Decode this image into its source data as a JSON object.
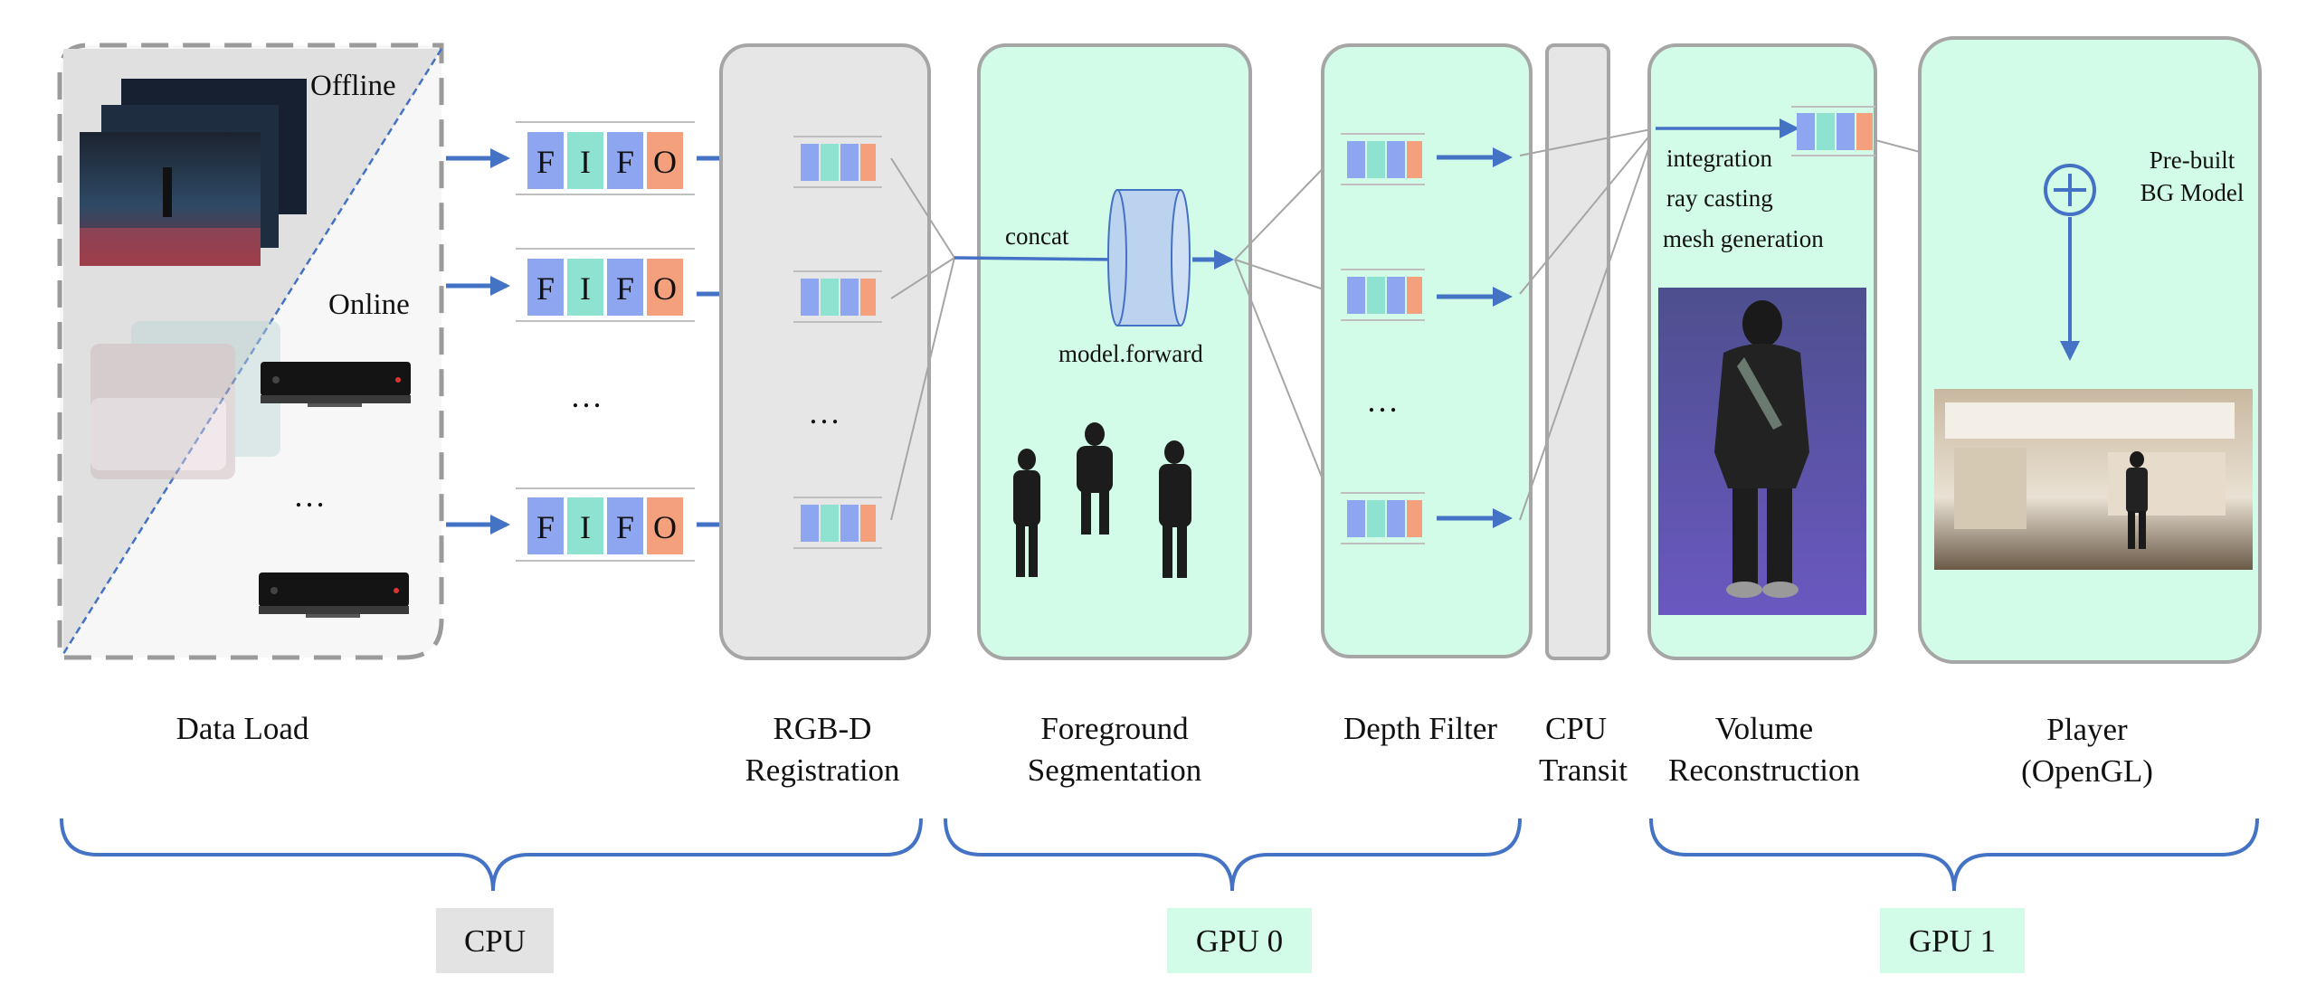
{
  "data_load": {
    "offline_label": "Offline",
    "online_label": "Online",
    "ellipsis": "…"
  },
  "fifo": {
    "letters": [
      "F",
      "I",
      "F",
      "O"
    ],
    "ellipsis": "…"
  },
  "registration": {
    "ellipsis": "…"
  },
  "segmentation": {
    "concat_label": "concat",
    "model_label": "model.forward"
  },
  "depth_filter": {
    "ellipsis": "…"
  },
  "volume": {
    "ops": [
      "integration",
      "ray casting",
      "mesh generation"
    ]
  },
  "player": {
    "bg_model": [
      "Pre-built",
      "BG Model"
    ]
  },
  "stages": [
    {
      "lines": [
        "Data Load"
      ]
    },
    {
      "lines": [
        "RGB-D",
        "Registration"
      ]
    },
    {
      "lines": [
        "Foreground",
        "Segmentation"
      ]
    },
    {
      "lines": [
        "Depth Filter"
      ]
    },
    {
      "lines": [
        "CPU",
        "Transit"
      ]
    },
    {
      "lines": [
        "Volume",
        "Reconstruction"
      ]
    },
    {
      "lines": [
        "Player",
        "(OpenGL)"
      ]
    }
  ],
  "devices": [
    {
      "label": "CPU"
    },
    {
      "label": "GPU 0"
    },
    {
      "label": "GPU 1"
    }
  ],
  "colors": {
    "arrow_blue": "#4472c4",
    "panel_gray": "#e6e6e6",
    "panel_green": "#d2fbe8",
    "panel_border": "#a6a6a6",
    "fifo_blue": "#8ea5ef",
    "fifo_teal": "#8de3cf",
    "fifo_orange": "#f4a07c",
    "cpu_badge": "#e3e3e3",
    "gpu_badge": "#d2fbe8",
    "cylinder": "#bcd3f0"
  }
}
